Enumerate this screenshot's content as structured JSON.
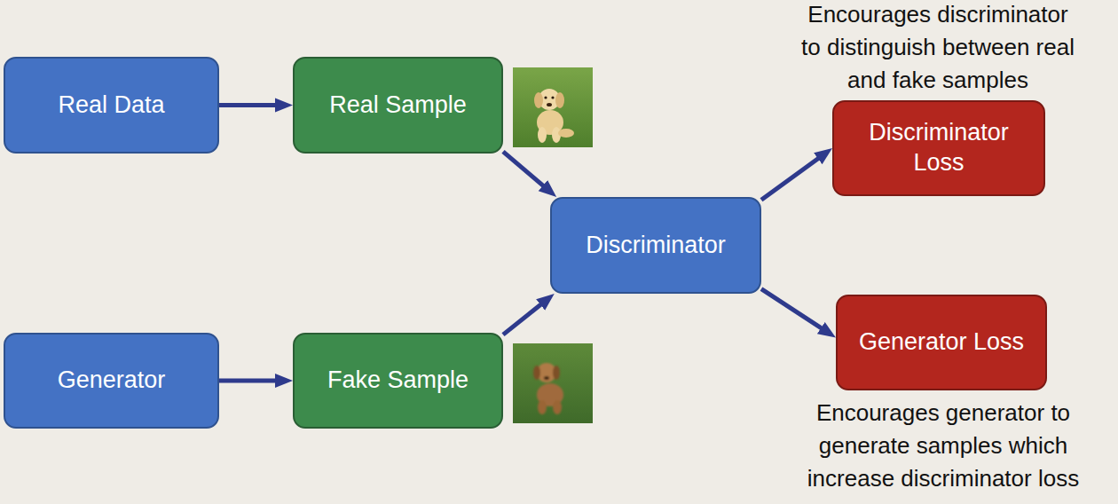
{
  "diagram": {
    "nodes": [
      {
        "text": [
          "Real Data"
        ]
      },
      {
        "text": [
          "Real Sample"
        ]
      },
      {
        "text": [
          "Discriminator"
        ]
      },
      {
        "text": [
          "Discriminator Loss"
        ]
      },
      {
        "text": [
          "Generator Loss"
        ]
      },
      {
        "text": [
          "Generator"
        ]
      },
      {
        "text": [
          "Fake Sample"
        ]
      }
    ],
    "edges": [
      {
        "from": 0,
        "to": 1,
        "arrow": "to"
      },
      {
        "from": 1,
        "to": 2,
        "arrow": "to"
      },
      {
        "from": 2,
        "to": 3,
        "arrow": "to"
      },
      {
        "from": 2,
        "to": 4,
        "arrow": "to"
      },
      {
        "from": 5,
        "to": 6,
        "arrow": "to"
      },
      {
        "from": 6,
        "to": 2,
        "arrow": "to"
      }
    ],
    "labels": [
      "Encourages discriminator to distinguish between real and fake samples",
      "Encourages generator to generate samples which increase discriminator loss"
    ]
  }
}
